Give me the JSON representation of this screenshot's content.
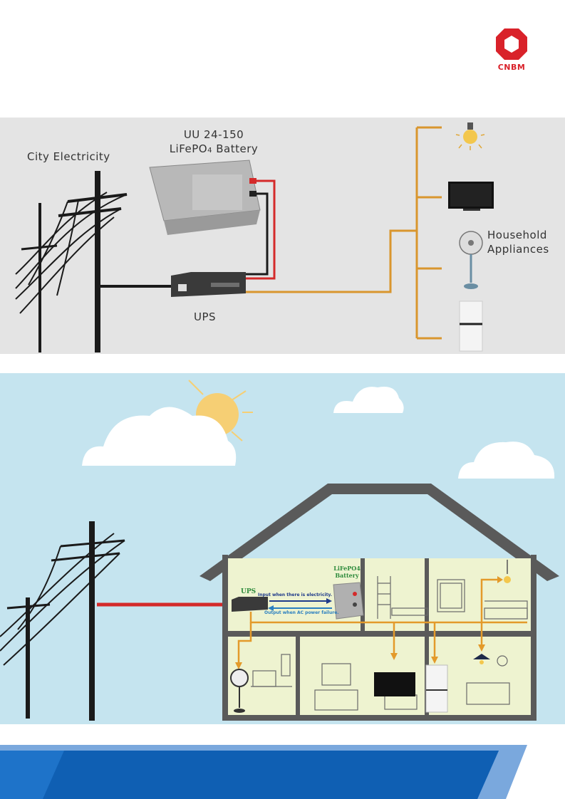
{
  "brand": {
    "name": "CNBM"
  },
  "top_diagram": {
    "battery_label_line1": "UU 24-150",
    "battery_label_line2_main": "LiFePO",
    "battery_label_line2_sub": "4",
    "battery_label_line2_end": " Battery",
    "city_label": "City Electricity",
    "ups_label": "UPS",
    "household_line1": "Household",
    "household_line2": "Appliances"
  },
  "bottom_diagram": {
    "ups_label": "UPS",
    "battery_line1": "LiFePO4",
    "battery_line2": "Battery",
    "flow_input": "Input when there is electricity.",
    "flow_output": "Output when AC power failure."
  },
  "colors": {
    "brand_red": "#d9222a",
    "wire_orange": "#d9962e",
    "wire_red": "#d42a2a",
    "sky": "#c5e4ef",
    "panel_gray": "#e4e4e4",
    "banner_blue": "#0f5fb3"
  },
  "icons": [
    "cnbm-logo-icon",
    "light-bulb-icon",
    "tv-icon",
    "fan-icon",
    "fridge-icon",
    "power-pole-icon",
    "sun-icon",
    "cloud-icon",
    "house-icon"
  ]
}
